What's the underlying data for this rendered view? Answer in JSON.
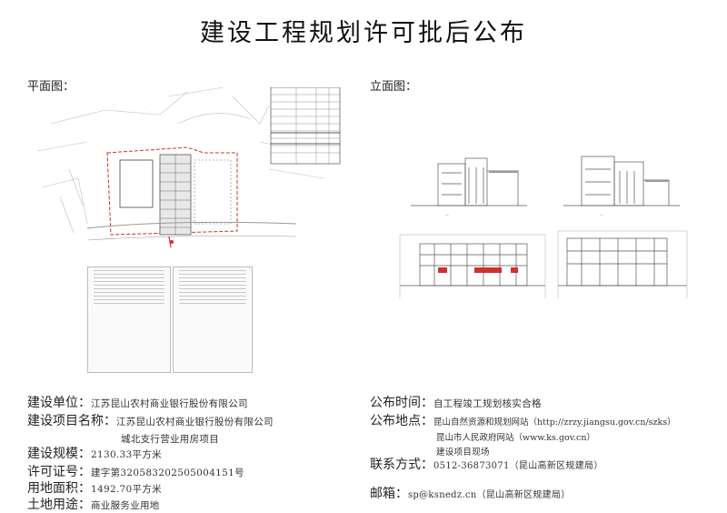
{
  "title": "建设工程规划许可批后公布",
  "panels": {
    "plan_label": "平面图：",
    "elevation_label": "立面图："
  },
  "left_info": {
    "unit_key": "建设单位：",
    "unit_val": "江苏昆山农村商业银行股份有限公司",
    "project_key": "建设项目名称：",
    "project_val_1": "江苏昆山农村商业银行股份有限公司",
    "project_val_2": "城北支行营业用房项目",
    "scale_key": "建设规模：",
    "scale_val": "2130.33平方米",
    "permit_key": "许可证号：",
    "permit_val": "建字第320583202505004151号",
    "area_key": "用地面积：",
    "area_val": "1492.70平方米",
    "use_key": "土地用途：",
    "use_val": "商业服务业用地"
  },
  "right_info": {
    "time_key": "公布时间：",
    "time_val": "自工程竣工规划核实合格",
    "place_key": "公布地点：",
    "place_val_1": "昆山自然资源和规划网站（http://zrzy.jiangsu.gov.cn/szks）",
    "place_val_2": "昆山市人民政府网站（www.ks.gov.cn）",
    "place_val_3": "建设项目现场",
    "contact_key": "联系方式：",
    "contact_val": "0512-36873071（昆山高新区规建局）",
    "mail_key": "邮箱：",
    "mail_val": "sp@ksnedz.cn（昆山高新区规建局）"
  }
}
